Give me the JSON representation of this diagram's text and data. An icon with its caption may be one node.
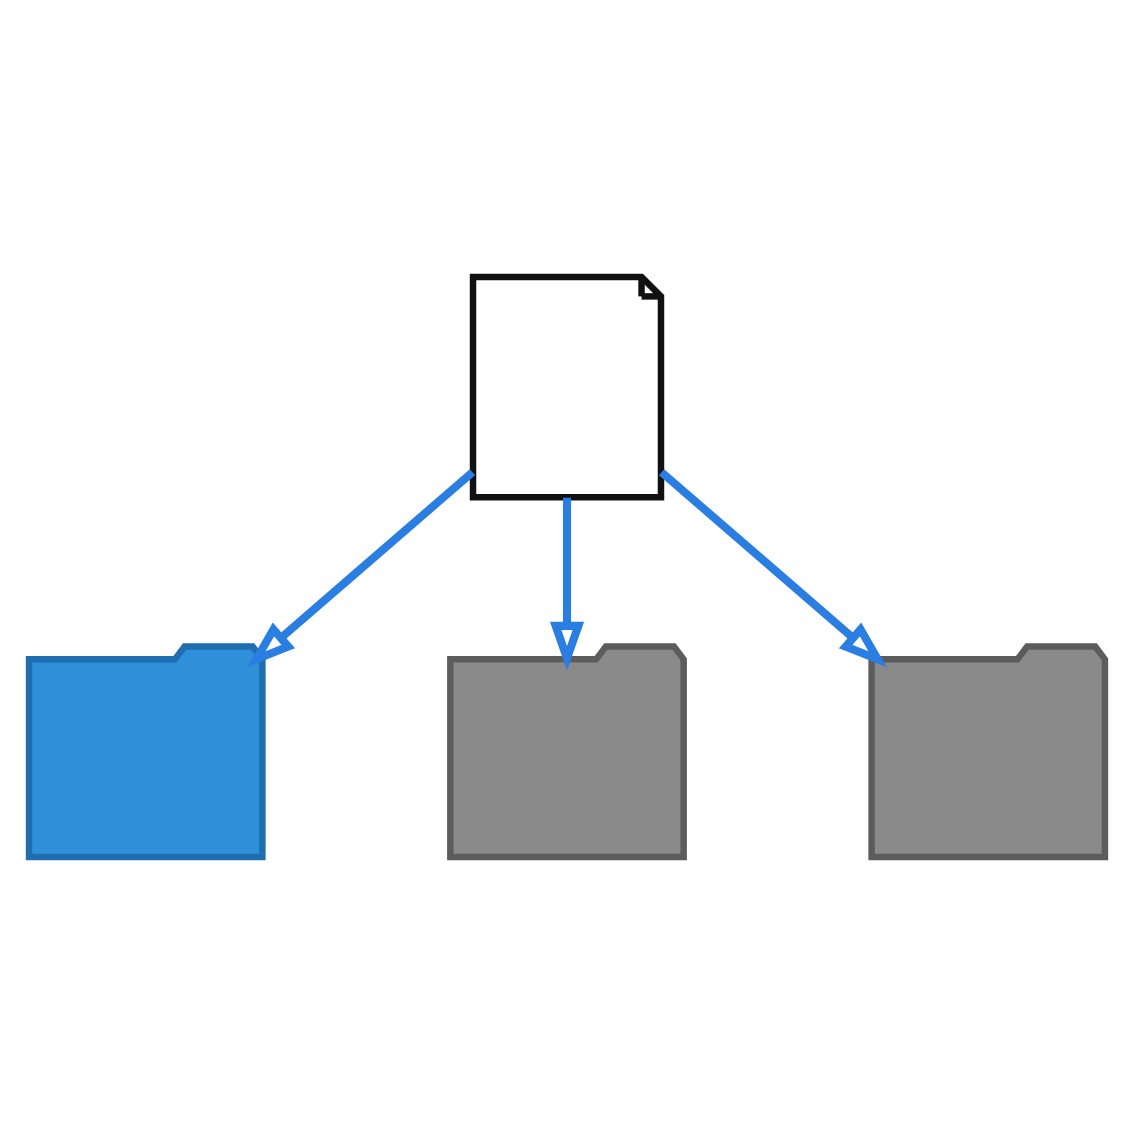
{
  "diagram": {
    "nodes": [
      {
        "text": [],
        "shape": "document"
      },
      {
        "text": [],
        "shape": "folder"
      },
      {
        "text": [],
        "shape": "folder"
      },
      {
        "text": [],
        "shape": "folder"
      }
    ],
    "edges": [
      {
        "from": 0,
        "to": 1,
        "arrow": "to"
      },
      {
        "from": 0,
        "to": 2,
        "arrow": "to"
      },
      {
        "from": 0,
        "to": 3,
        "arrow": "to"
      }
    ]
  }
}
